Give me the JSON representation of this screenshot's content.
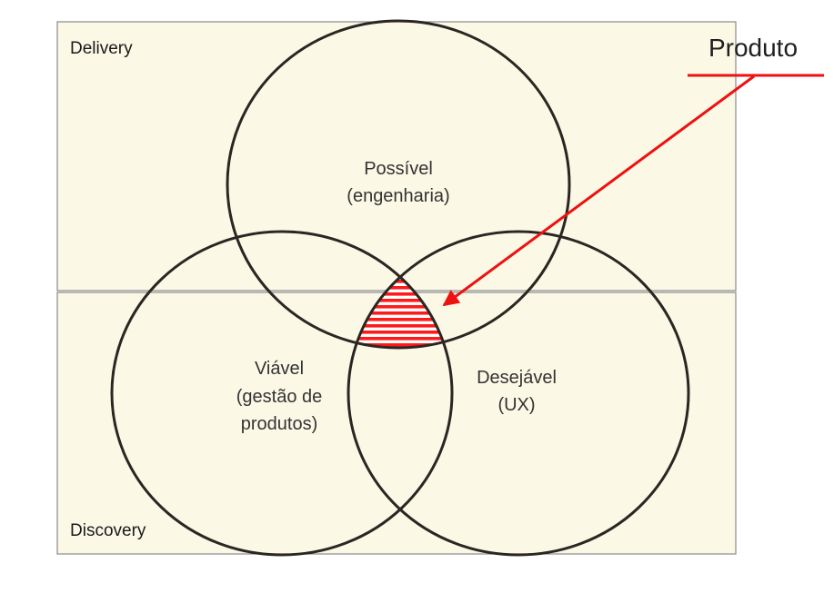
{
  "zones": {
    "delivery": "Delivery",
    "discovery": "Discovery"
  },
  "circles": {
    "possivel": {
      "line1": "Possível",
      "line2": "(engenharia)"
    },
    "viavel": {
      "line1": "Viável",
      "line2": "(gestão de",
      "line3": "produtos)"
    },
    "desejavel": {
      "line1": "Desejável",
      "line2": "(UX)"
    }
  },
  "callout": {
    "label": "Produto"
  },
  "colors": {
    "zone_fill": "#fbf8e6",
    "zone_border": "#8a8a8a",
    "circle_stroke": "#2b2622",
    "highlight": "#ff1a1a",
    "arrow": "#ee1111"
  }
}
